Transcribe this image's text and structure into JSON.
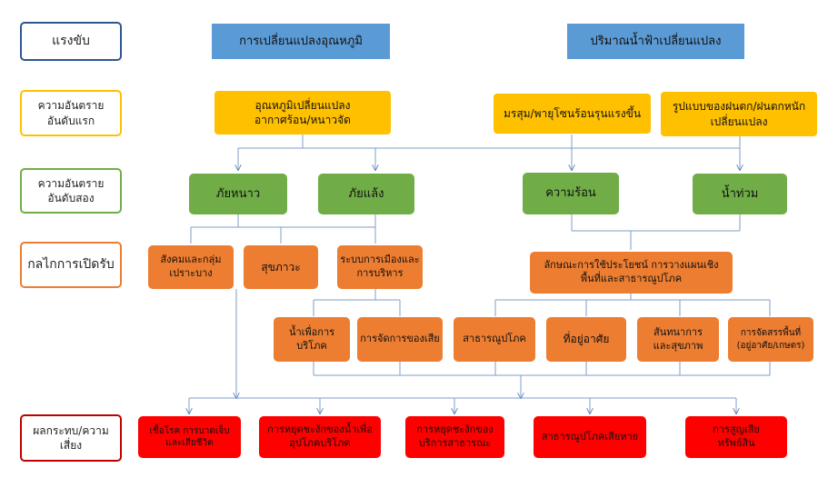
{
  "row_labels": {
    "driver": "แรงขับ",
    "primary_hazard": "ความอันตราย\nอันดับแรก",
    "secondary_hazard": "ความอันตราย\nอันดับสอง",
    "exposure": "กลไกการเปิดรับ",
    "impact": "ผลกระทบ/ความ\nเสี่ยง"
  },
  "drivers": {
    "climate_change": "การเปลี่ยนแปลงอุณหภูมิ",
    "rainfall_change": "ปริมาณน้ำฟ้าเปลี่ยนแปลง"
  },
  "primary_hazards": {
    "temperature": "อุณหภูมิเปลี่ยนแปลง\nอากาศร้อน/หนาวจัด",
    "monsoon": "มรสุม/พายุโซนร้อนรุนแรงขึ้น",
    "rain_pattern": "รูปแบบของฝนตก/ฝนตกหนัก\nเปลี่ยนแปลง"
  },
  "secondary_hazards": {
    "cold": "ภัยหนาว",
    "drought": "ภัยแล้ง",
    "heat": "ความร้อน",
    "flood": "น้ำท่วม"
  },
  "exposure": {
    "vulnerable_groups": "สังคมและกลุ่ม\nเปราะบาง",
    "health": "สุขภาวะ",
    "urban_systems": "ระบบการเมืองและ\nการบริหาร",
    "land_use": "ลักษณะการใช้ประโยชน์ การวางแผนเชิง\nพื้นที่และสาธารณูปโภค",
    "water_consumption": "น้ำเพื่อการ\nบริโภค",
    "waste": "การจัดการของเสีย",
    "utilities": "สาธารณูปโภค",
    "housing": "ที่อยู่อาศัย",
    "recreation": "สันทนาการ\nและสุขภาพ",
    "zoning": "การจัดสรรพื้นที่\n(อยู่อาศัย/เกษตร)"
  },
  "impacts": {
    "disease": "เชื้อโรค การบาดเจ็บ\nและเสียชีวิต",
    "water_disruption": "การหยุดชะงักของน้ำเพื่อ\nอุปโภคบริโภค",
    "service_disruption": "การหยุดชะงักของ\nบริการสาธารณะ",
    "utility_damage": "สาธารณูปโภคเสียหาย",
    "property_loss": "การสูญเสีย\nทรัพย์สิน"
  },
  "colors": {
    "driver": "#5b9bd5",
    "primary_hazard": "#ffc000",
    "secondary_hazard": "#70ad47",
    "exposure": "#ed7d31",
    "impact": "#ff0000",
    "label_driver_border": "#2f5597",
    "label_primary_border": "#ffc000",
    "label_secondary_border": "#70ad47",
    "label_exposure_border": "#ed7d31",
    "label_impact_border": "#c00000"
  }
}
